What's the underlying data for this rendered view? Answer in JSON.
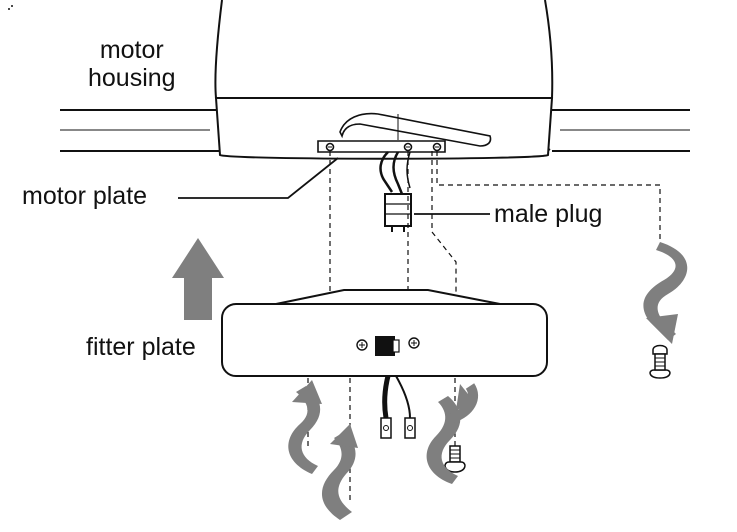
{
  "labels": {
    "motor_housing": [
      "motor",
      "housing"
    ],
    "motor_plate": "motor plate",
    "male_plug": "male plug",
    "fitter_plate": "fitter plate"
  },
  "colors": {
    "line": "#111111",
    "arrow_fill": "#7f7f7f",
    "arrow_light": "#b5b5b5",
    "background": "#ffffff"
  }
}
